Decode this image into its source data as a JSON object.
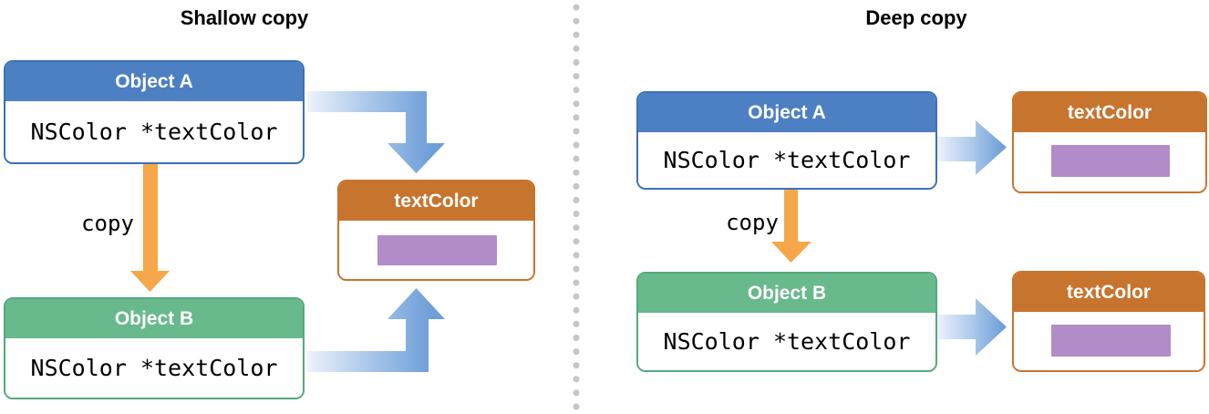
{
  "left_panel": {
    "title": "Shallow copy",
    "object_a": {
      "header": "Object A",
      "field": "NSColor *textColor"
    },
    "object_b": {
      "header": "Object B",
      "field": "NSColor *textColor"
    },
    "copy_label": "copy",
    "textcolor_box": {
      "header": "textColor"
    }
  },
  "right_panel": {
    "title": "Deep copy",
    "object_a": {
      "header": "Object A",
      "field": "NSColor *textColor"
    },
    "object_b": {
      "header": "Object B",
      "field": "NSColor *textColor"
    },
    "copy_label": "copy",
    "textcolor_box_a": {
      "header": "textColor"
    },
    "textcolor_box_b": {
      "header": "textColor"
    }
  },
  "colors": {
    "object_a_header_blue": "#4D80C3",
    "object_b_header_green": "#68B98C",
    "textcolor_header_orange": "#C7742E",
    "color_swatch_purple": "#B18CC8",
    "copy_arrow_orange": "#F5A74A",
    "reference_arrow_blue": "#6F9FD9",
    "reference_arrow_light": "#EAF1FA",
    "divider_dot_gray": "#C6C6C6"
  }
}
